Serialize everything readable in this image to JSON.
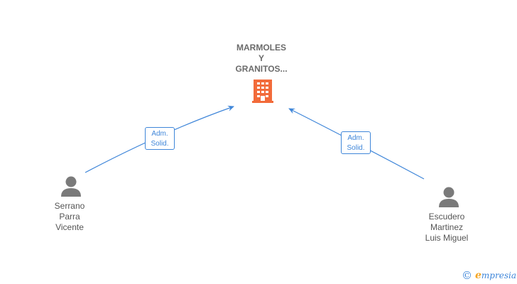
{
  "company": {
    "name_lines": [
      "MARMOLES",
      "Y",
      "GRANITOS..."
    ],
    "icon": "building-icon",
    "icon_color": "#f26b3a"
  },
  "persons": [
    {
      "name_lines": [
        "Serrano",
        "Parra",
        "Vicente"
      ],
      "icon": "person-icon"
    },
    {
      "name_lines": [
        "Escudero",
        "Martinez",
        "Luis Miguel"
      ],
      "icon": "person-icon"
    }
  ],
  "relations": [
    {
      "from": "Serrano Parra Vicente",
      "to": "MARMOLES Y GRANITOS...",
      "role_lines": [
        "Adm.",
        "Solid."
      ]
    },
    {
      "from": "Escudero Martinez Luis Miguel",
      "to": "MARMOLES Y GRANITOS...",
      "role_lines": [
        "Adm.",
        "Solid."
      ]
    }
  ],
  "colors": {
    "edge": "#3f86d9",
    "person_icon": "#7a7a7a",
    "label_text": "#555555"
  },
  "branding": {
    "copyright": "©",
    "initial": "e",
    "rest": "mpresia"
  }
}
